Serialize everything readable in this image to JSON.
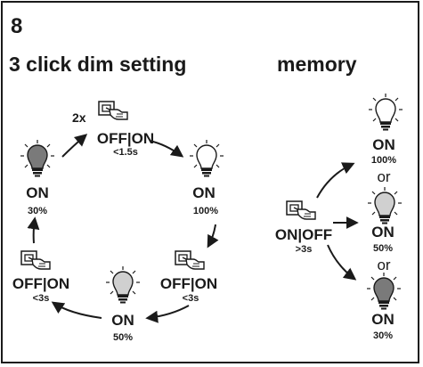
{
  "step_number": "8",
  "titles": {
    "left": "3 click dim setting",
    "right": "memory"
  },
  "cycle": {
    "click_top": {
      "count": "2x",
      "label": "OFF|ON",
      "time": "<1.5s"
    },
    "bulb_top_right": {
      "label": "ON",
      "level": "100%"
    },
    "click_right": {
      "label": "OFF|ON",
      "time": "<3s"
    },
    "bulb_bottom": {
      "label": "ON",
      "level": "50%"
    },
    "click_left": {
      "label": "OFF|ON",
      "time": "<3s"
    },
    "bulb_top_left": {
      "label": "ON",
      "level": "30%"
    }
  },
  "memory": {
    "click": {
      "label": "ON|OFF",
      "time": ">3s"
    },
    "option_1": {
      "label": "ON",
      "level": "100%"
    },
    "separator_1": "or",
    "option_2": {
      "label": "ON",
      "level": "50%"
    },
    "separator_2": "or",
    "option_3": {
      "label": "ON",
      "level": "30%"
    }
  },
  "colors": {
    "ink": "#1a1a1a",
    "bulb_off": "#ffffff",
    "bulb_dim_light": "#d0d0d0",
    "bulb_dim_dark": "#7a7a7a"
  }
}
